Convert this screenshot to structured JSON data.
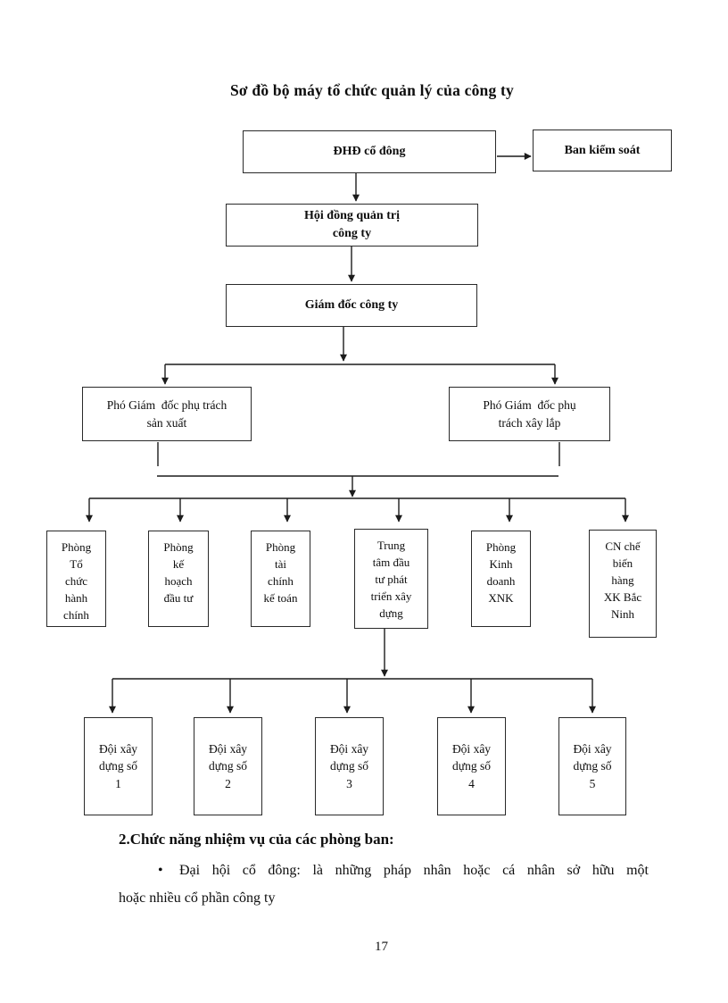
{
  "title": "Sơ đồ bộ máy tổ chức quản lý của công ty",
  "diagram": {
    "shareholders_meeting": "ĐHĐ cổ đông",
    "supervisory_board": "Ban kiểm soát",
    "board_of_directors": "Hội đồng quản trị\ncông ty",
    "director": "Giám đốc công ty",
    "deputy_production": "Phó Giám  đốc phụ trách\nsản xuất",
    "deputy_construction": "Phó Giám  đốc phụ\ntrách xây lắp",
    "departments": [
      "Phòng\nTổ\nchức\nhành\nchính",
      "Phòng\nkế\nhoạch\nđầu tư",
      "Phòng\ntài\nchính\nkế toán",
      "Trung\ntâm đầu\ntư phát\ntriển xây\ndựng",
      "Phòng\nKinh\ndoanh\nXNK",
      "CN chế\nbiến\nhàng\nXK Bắc\nNinh"
    ],
    "teams": [
      "Đội xây\ndựng số\n1",
      "Đội xây\ndựng số\n2",
      "Đội xây\ndựng số\n3",
      "Đội xây\ndựng số\n4",
      "Đội xây\ndựng số\n5"
    ]
  },
  "section": {
    "heading": "2.Chức năng nhiệm vụ của các phòng ban:",
    "bullet": "•",
    "line1": "Đại hội cổ đông: là những pháp nhân hoặc cá nhân sở hữu một",
    "line2": "hoặc nhiều cổ phần công ty"
  },
  "page_number": "17"
}
